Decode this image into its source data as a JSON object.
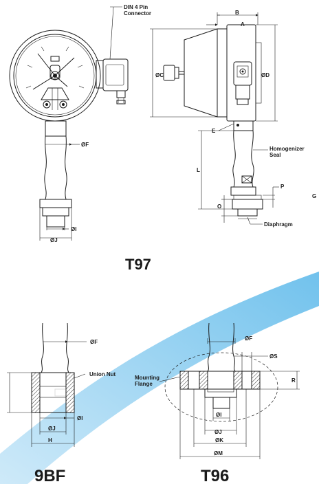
{
  "labels": {
    "din_connector": [
      "DIN 4 Pin",
      "Connector"
    ],
    "b": "B",
    "a": "A",
    "oc": "ØC",
    "od": "ØD",
    "e": "E",
    "homogenizer": [
      "Homogenizer",
      "Seal"
    ],
    "l": "L",
    "p": "P",
    "g": "G",
    "o": "O",
    "diaphragm": "Diaphragm",
    "of_top": "ØF",
    "oi_top": "ØI",
    "oj_top": "ØJ",
    "of_9bf": "ØF",
    "union_nut": "Union Nut",
    "oi_9bf": "ØI",
    "oj_9bf": "ØJ",
    "h": "H",
    "of_t96": "ØF",
    "os": "ØS",
    "mounting_flange": [
      "Mounting",
      "Flange"
    ],
    "r": "R",
    "oi_t96": "ØI",
    "oj_t96": "ØJ",
    "ok": "ØK",
    "om": "ØM"
  },
  "titles": {
    "t97": "T97",
    "bf9": "9BF",
    "t96": "T96"
  },
  "colors": {
    "swoosh": "#4fb3e8",
    "ink": "#1a1a1a"
  }
}
